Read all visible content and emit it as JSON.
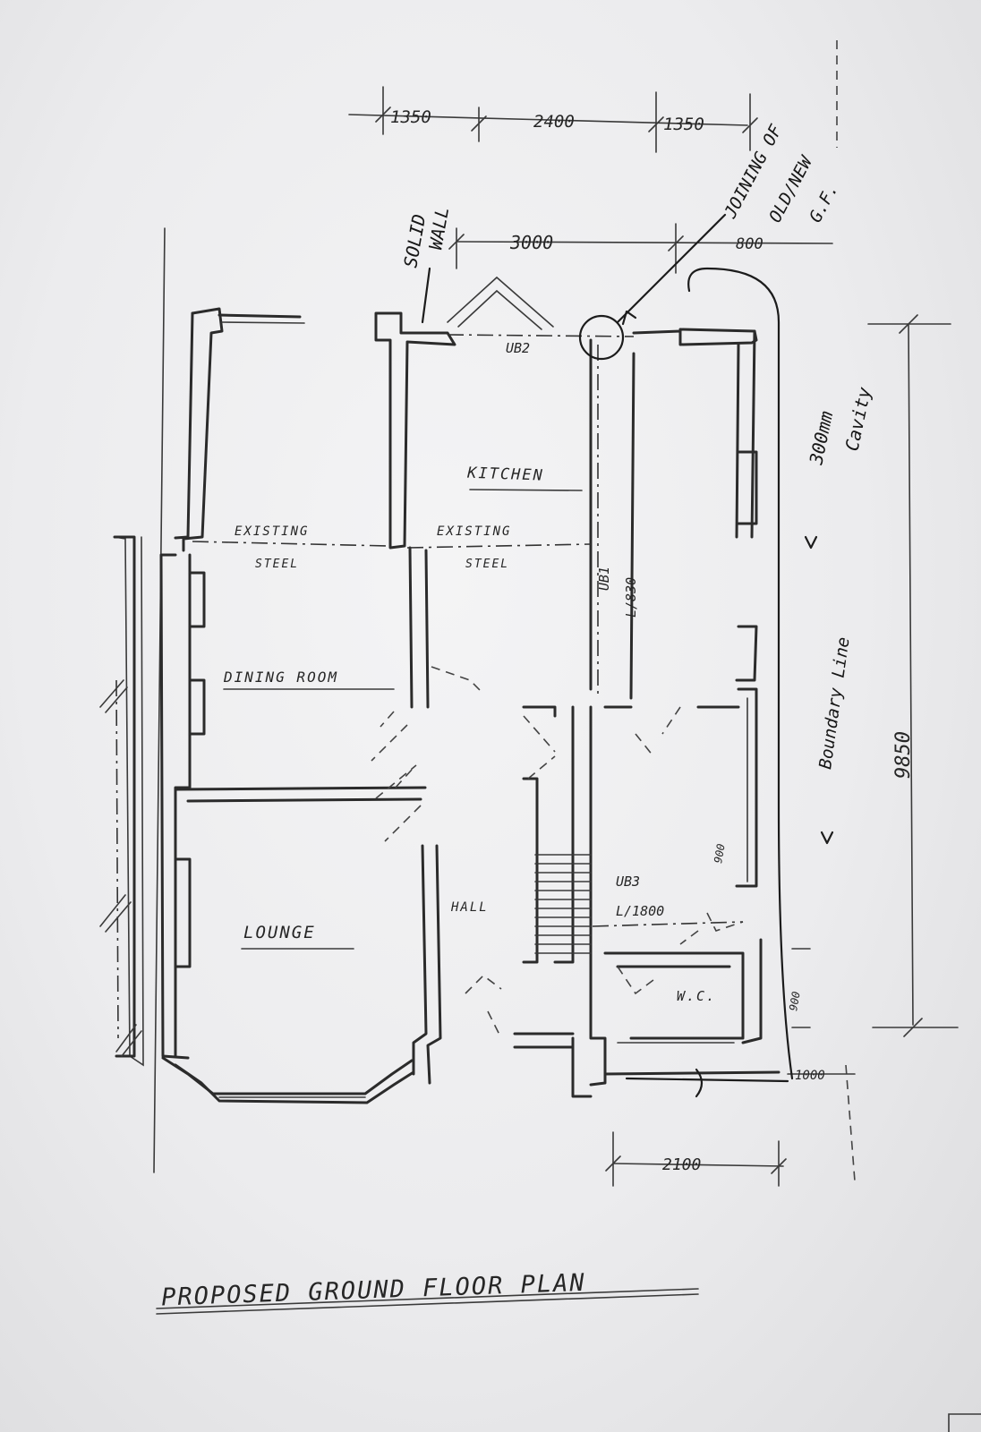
{
  "title": "PROPOSED GROUND FLOOR PLAN",
  "rooms": {
    "kitchen": "KITCHEN",
    "dining": "DINING ROOM",
    "lounge": "LOUNGE",
    "hall": "HALL",
    "wc": "W.C."
  },
  "steel_labels": {
    "left_top": "EXISTING",
    "left_bottom": "STEEL",
    "right_top": "EXISTING",
    "right_bottom": "STEEL"
  },
  "beams": {
    "ub2": "UB2",
    "ub1": "UB1",
    "ub1_span": "L/830",
    "ub3": "UB3",
    "ub3_span": "L/1800"
  },
  "dimensions": {
    "top_a": "1350",
    "top_b": "2400",
    "top_c": "1350",
    "width": "3000",
    "right_offset": "800",
    "depth": "9850",
    "bottom_width": "2100",
    "bottom_offset": "1000",
    "small_a": "900",
    "small_b": "900"
  },
  "annotations": {
    "solid_wall_1": "SOLID",
    "solid_wall_2": "WALL",
    "joining_1": "JOINING OF",
    "joining_2": "OLD/NEW",
    "joining_3": "G.F.",
    "cavity_1": "300mm",
    "cavity_2": "Cavity",
    "boundary": "Boundary Line"
  }
}
